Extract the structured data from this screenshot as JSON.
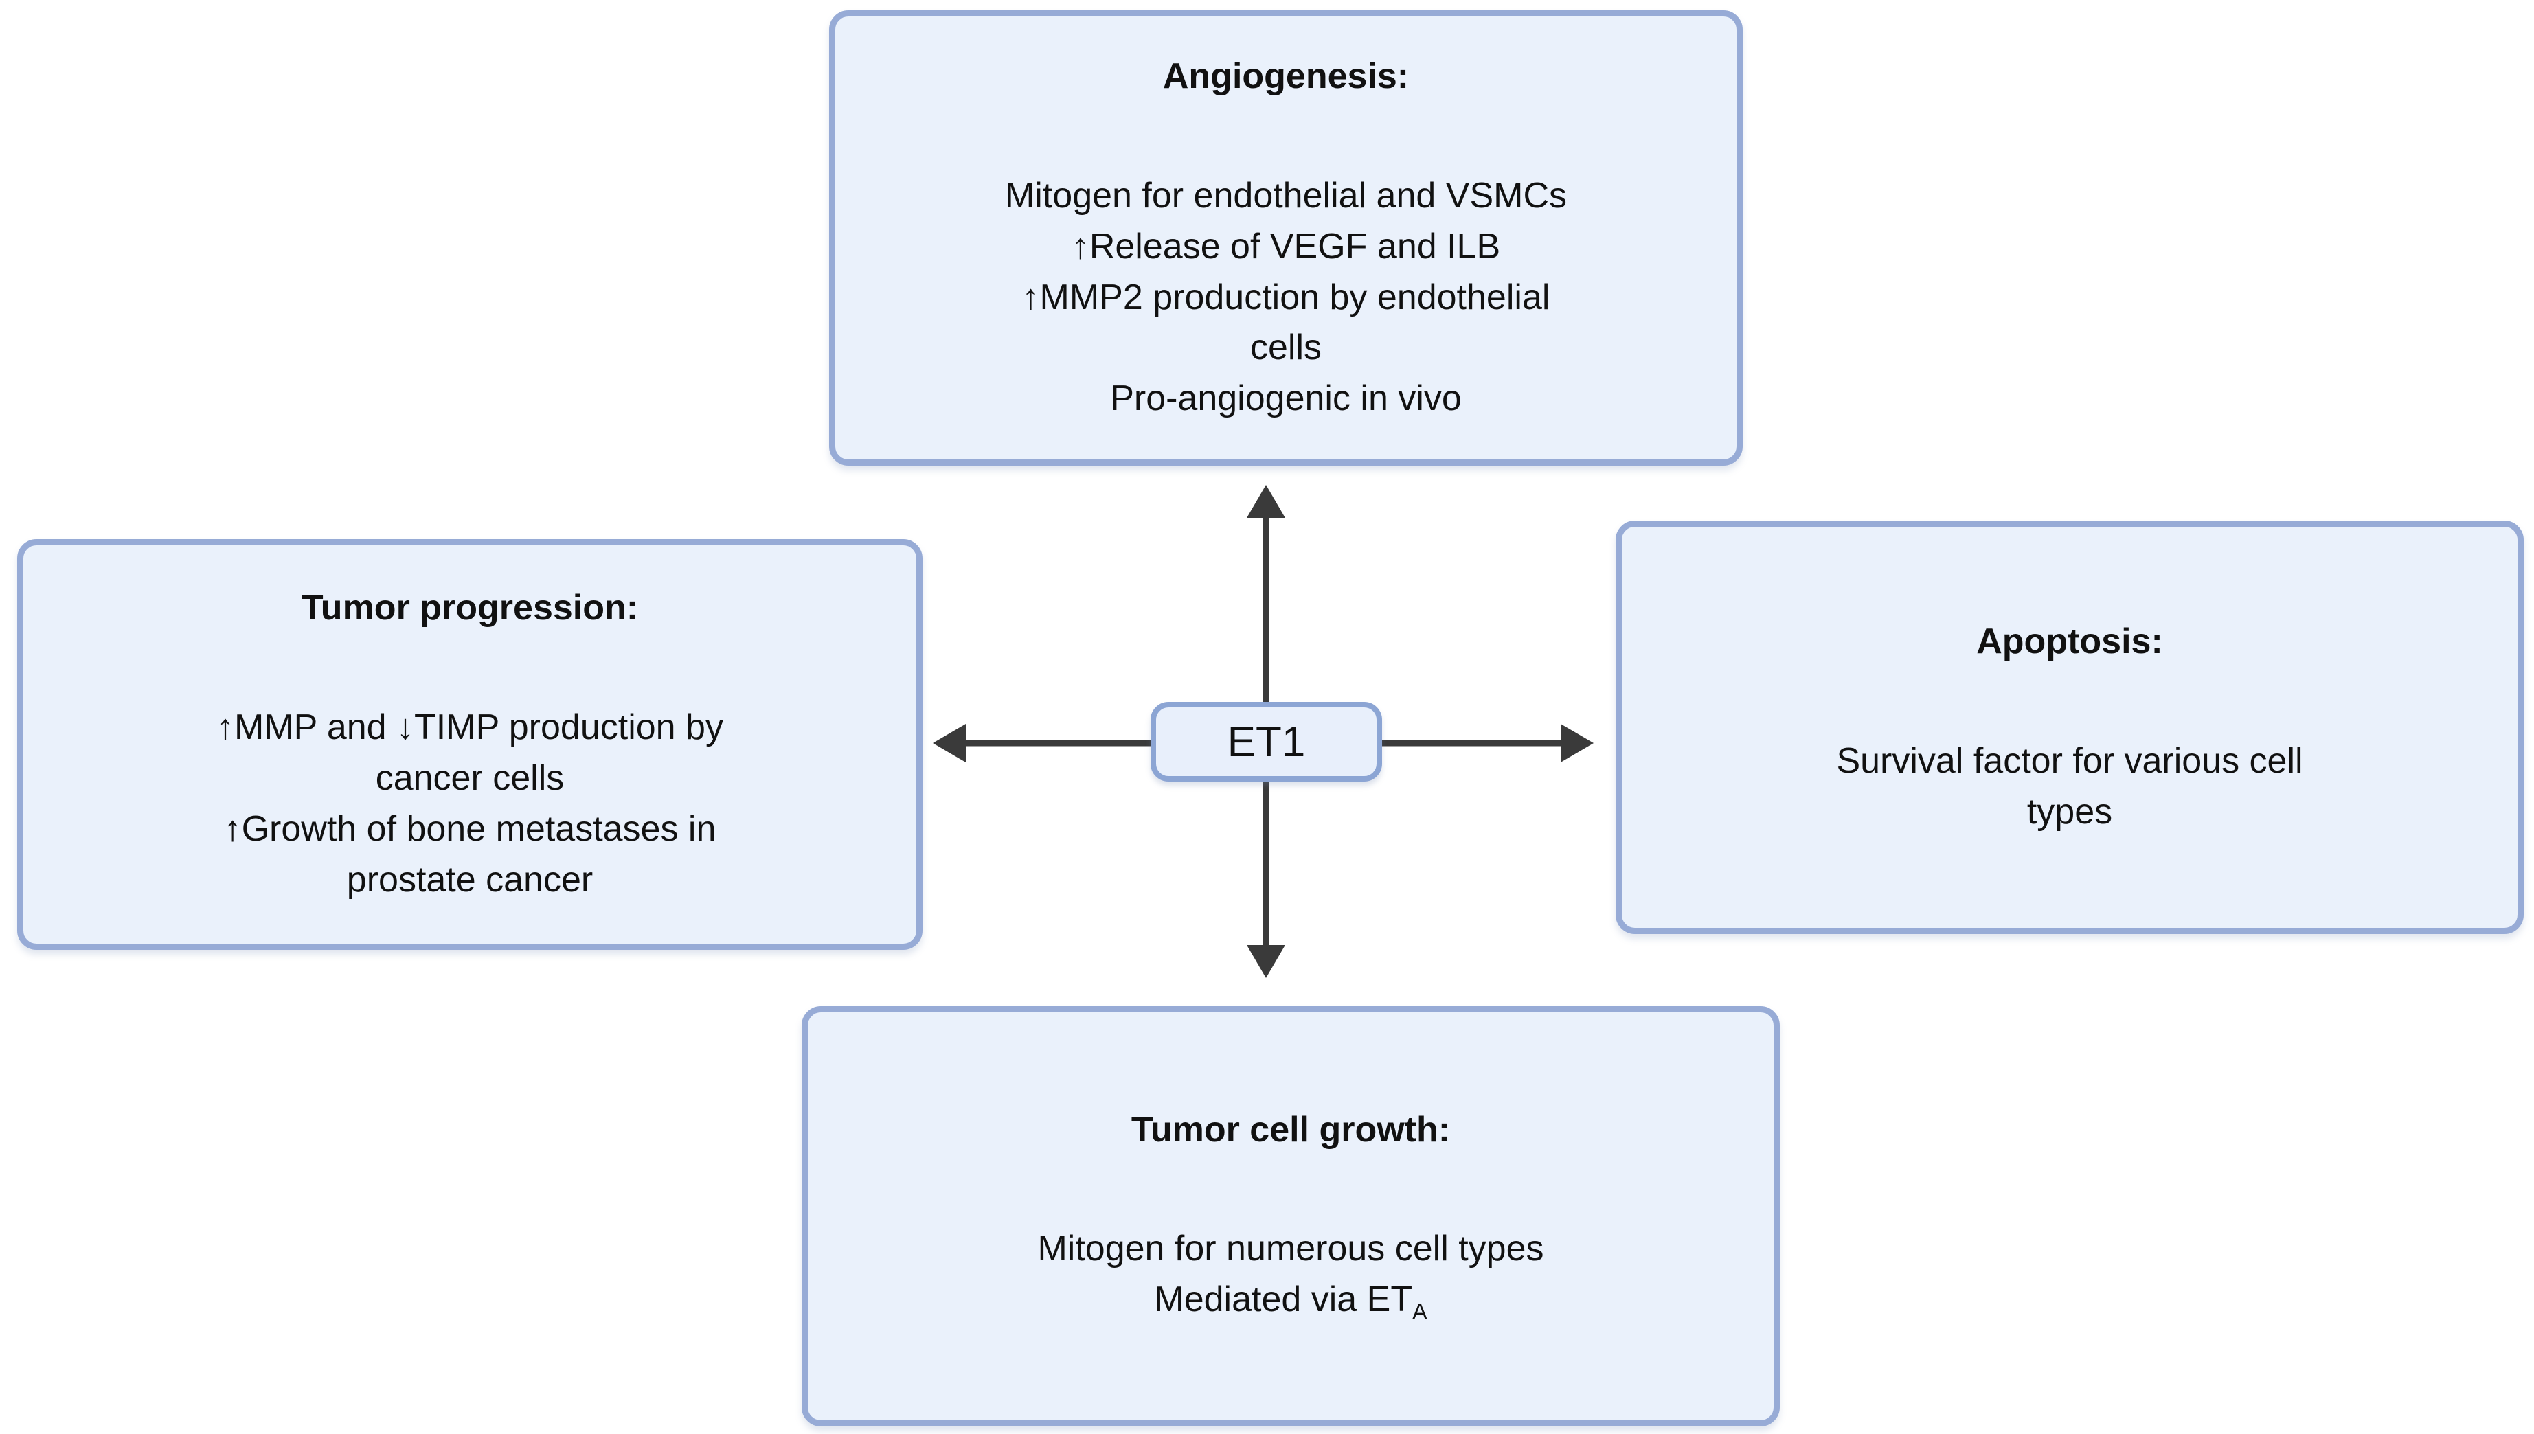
{
  "center": {
    "label": "ET1"
  },
  "top": {
    "title": "Angiogenesis:",
    "lines": [
      "Mitogen for endothelial and VSMCs",
      "↑Release of VEGF and ILB",
      "↑MMP2 production by endothelial",
      "cells",
      "Pro-angiogenic in vivo"
    ]
  },
  "left": {
    "title": "Tumor progression:",
    "lines": [
      "↑MMP and ↓TIMP production by",
      "cancer cells",
      "↑Growth of bone metastases in",
      "prostate cancer"
    ]
  },
  "right": {
    "title": "Apoptosis:",
    "lines": [
      "Survival factor for various cell",
      "types"
    ]
  },
  "bottom": {
    "title": "Tumor cell growth:",
    "lines": [
      "Mitogen for numerous cell types"
    ],
    "mediated_prefix": "Mediated via ET",
    "mediated_sub": "A"
  },
  "colors": {
    "box_fill": "#eaf1fb",
    "box_border": "#97abd6",
    "center_fill": "#e8effb",
    "center_border": "#8ca5d4",
    "arrow": "#3a3a3a",
    "text": "#111111",
    "background": "#ffffff"
  }
}
